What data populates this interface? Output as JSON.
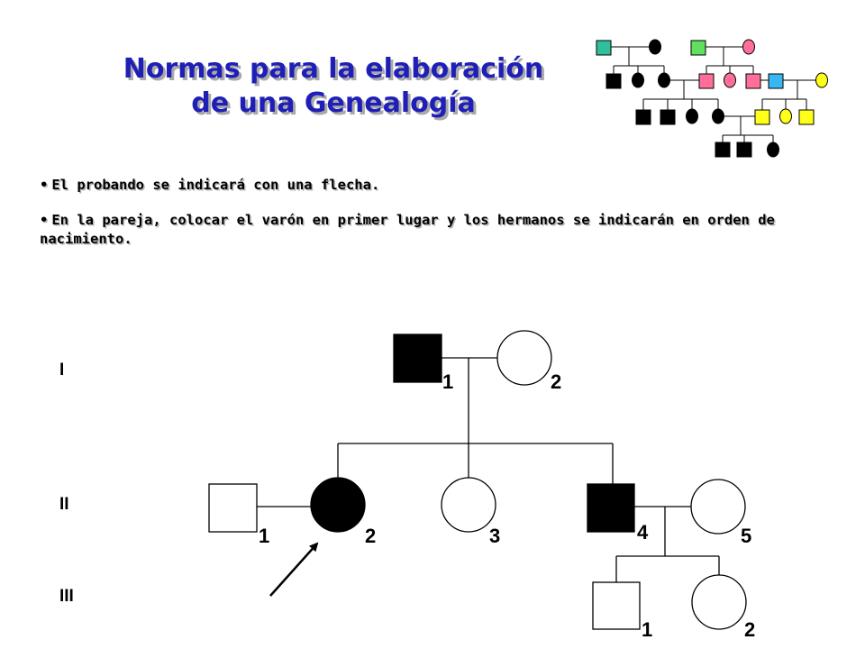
{
  "title": {
    "line1": "Normas para la elaboración",
    "line2": "de una Genealogía"
  },
  "rules": [
    {
      "bullet": "•",
      "text": "El probando se indicará con una flecha."
    },
    {
      "bullet": "•",
      "text": "En la pareja, colocar el varón en primer lugar y los hermanos se indicarán en orden de nacimiento."
    }
  ],
  "pedigree": {
    "generations": [
      "I",
      "II",
      "III"
    ],
    "individuals": [
      {
        "id": "I-1",
        "generation": "I",
        "number": "1",
        "sex": "male",
        "affected": true
      },
      {
        "id": "I-2",
        "generation": "I",
        "number": "2",
        "sex": "female",
        "affected": false
      },
      {
        "id": "II-1",
        "generation": "II",
        "number": "1",
        "sex": "male",
        "affected": false
      },
      {
        "id": "II-2",
        "generation": "II",
        "number": "2",
        "sex": "female",
        "affected": true,
        "proband": true
      },
      {
        "id": "II-3",
        "generation": "II",
        "number": "3",
        "sex": "female",
        "affected": false
      },
      {
        "id": "II-4",
        "generation": "II",
        "number": "4",
        "sex": "male",
        "affected": true
      },
      {
        "id": "II-5",
        "generation": "II",
        "number": "5",
        "sex": "female",
        "affected": false
      },
      {
        "id": "III-1",
        "generation": "III",
        "number": "1",
        "sex": "male",
        "affected": false
      },
      {
        "id": "III-2",
        "generation": "III",
        "number": "2",
        "sex": "female",
        "affected": false
      }
    ],
    "colors": {
      "affected": "#000000",
      "unaffected": "#ffffff",
      "line": "#000000"
    }
  },
  "thumbnail": {
    "colors": {
      "teal": "#2fbf9a",
      "green": "#5fe05f",
      "pink": "#ff6f9a",
      "blue": "#38b7f2",
      "yellow": "#ffff1a",
      "black": "#000000"
    }
  }
}
